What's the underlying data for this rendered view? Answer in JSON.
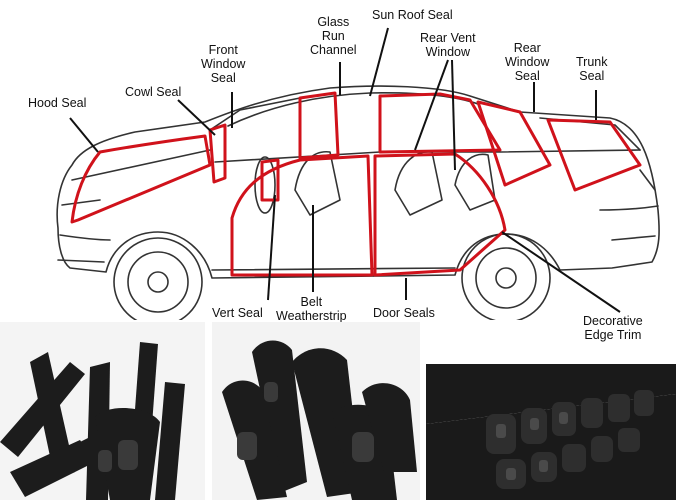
{
  "labels": {
    "hood_seal": "Hood Seal",
    "cowl_seal": "Cowl Seal",
    "front_window_seal": "Front\nWindow\nSeal",
    "glass_run_channel": "Glass\nRun\nChannel",
    "sun_roof_seal": "Sun Roof Seal",
    "rear_vent_window": "Rear Vent\nWindow",
    "rear_window_seal": "Rear\nWindow\nSeal",
    "trunk_seal": "Trunk\nSeal",
    "vert_seal": "Vert Seal",
    "belt_weatherstrip": "Belt\nWeatherstrip",
    "door_seals": "Door Seals",
    "decorative_edge_trim": "Decorative\nEdge Trim"
  },
  "colors": {
    "seal_red": "#d0121b",
    "outline": "#333333",
    "rubber": "#1c1c1c",
    "photo_bg": "#f2f2f2"
  }
}
